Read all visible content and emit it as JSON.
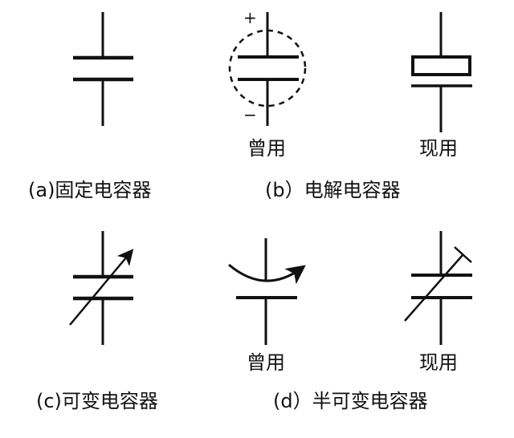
{
  "panels": {
    "a": {
      "caption": "(a)固定电容器"
    },
    "b": {
      "caption": "(b）电解电容器",
      "old_label": "曾用",
      "new_label": "现用",
      "plus": "+",
      "minus": "−"
    },
    "c": {
      "caption": "(c)可变电容器"
    },
    "d": {
      "caption": "(d）半可变电容器",
      "old_label": "曾用",
      "new_label": "现用"
    }
  },
  "colors": {
    "stroke": "#111111",
    "background": "#ffffff"
  }
}
